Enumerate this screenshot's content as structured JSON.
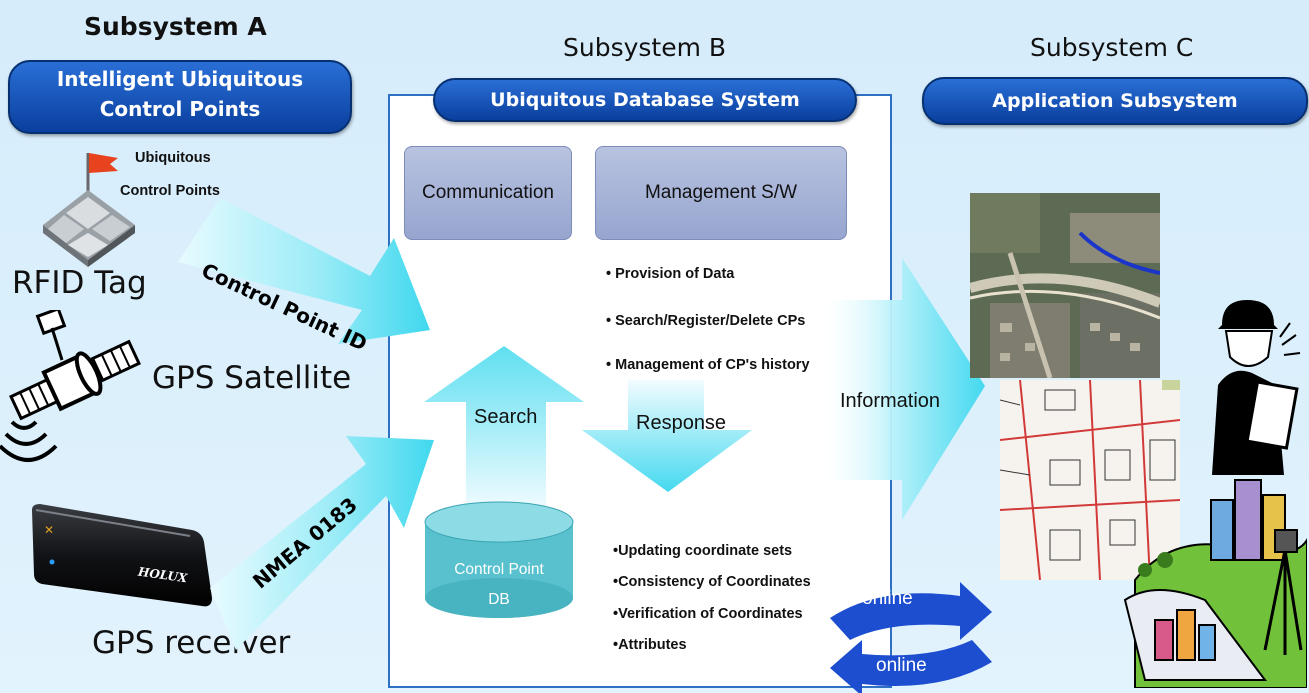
{
  "subsystem_a": {
    "heading": "Subsystem A",
    "pill": [
      "Intelligent Ubiquitous",
      "Control Points"
    ],
    "ucp_label": [
      "Ubiquitous",
      "Control Points"
    ],
    "rfid_label": "RFID Tag",
    "gps_satellite_label": "GPS Satellite",
    "gps_receiver_label": "GPS receiver",
    "device_brand": "HOLUX"
  },
  "flows": {
    "control_point_id": "Control Point ID",
    "nmea": "NMEA 0183",
    "search": "Search",
    "response": "Response",
    "information": "Information",
    "online_top": "online",
    "online_bottom": "online"
  },
  "subsystem_b": {
    "heading": "Subsystem B",
    "pill": "Ubiquitous Database System",
    "communication": "Communication",
    "management": "Management S/W",
    "management_bullets": [
      "Provision of Data",
      "Search/Register/Delete CPs",
      "Management of CP's history"
    ],
    "db_label": [
      "Control Point",
      "DB"
    ],
    "db_bullets": [
      "Updating coordinate sets",
      "Consistency of Coordinates",
      "Verification of Coordinates",
      "Attributes"
    ]
  },
  "subsystem_c": {
    "heading": "Subsystem C",
    "pill": "Application Subsystem"
  },
  "colors": {
    "background": "#dcf0fc",
    "pill": "#0d47a8",
    "arrow": "#5ee0f2",
    "module_box": "#a6b2d8",
    "db_cylinder": "#4fbcc9",
    "online_arrows": "#1f4fd1"
  }
}
